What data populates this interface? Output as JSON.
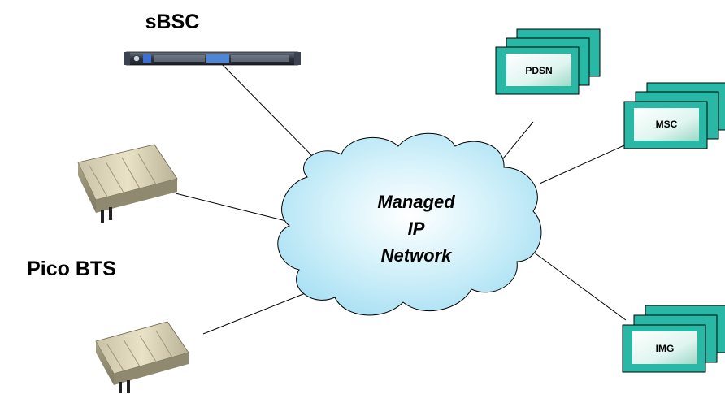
{
  "labels": {
    "sbsc": "sBSC",
    "pico_bts": "Pico BTS"
  },
  "cloud": {
    "line1": "Managed",
    "line2": "IP",
    "line3": "Network"
  },
  "nodes": {
    "pdsn": "PDSN",
    "msc": "MSC",
    "img": "IMG"
  },
  "colors": {
    "card_fill": "#2ab8a6",
    "cloud_fill": "#cfeff9",
    "line": "#000000"
  }
}
